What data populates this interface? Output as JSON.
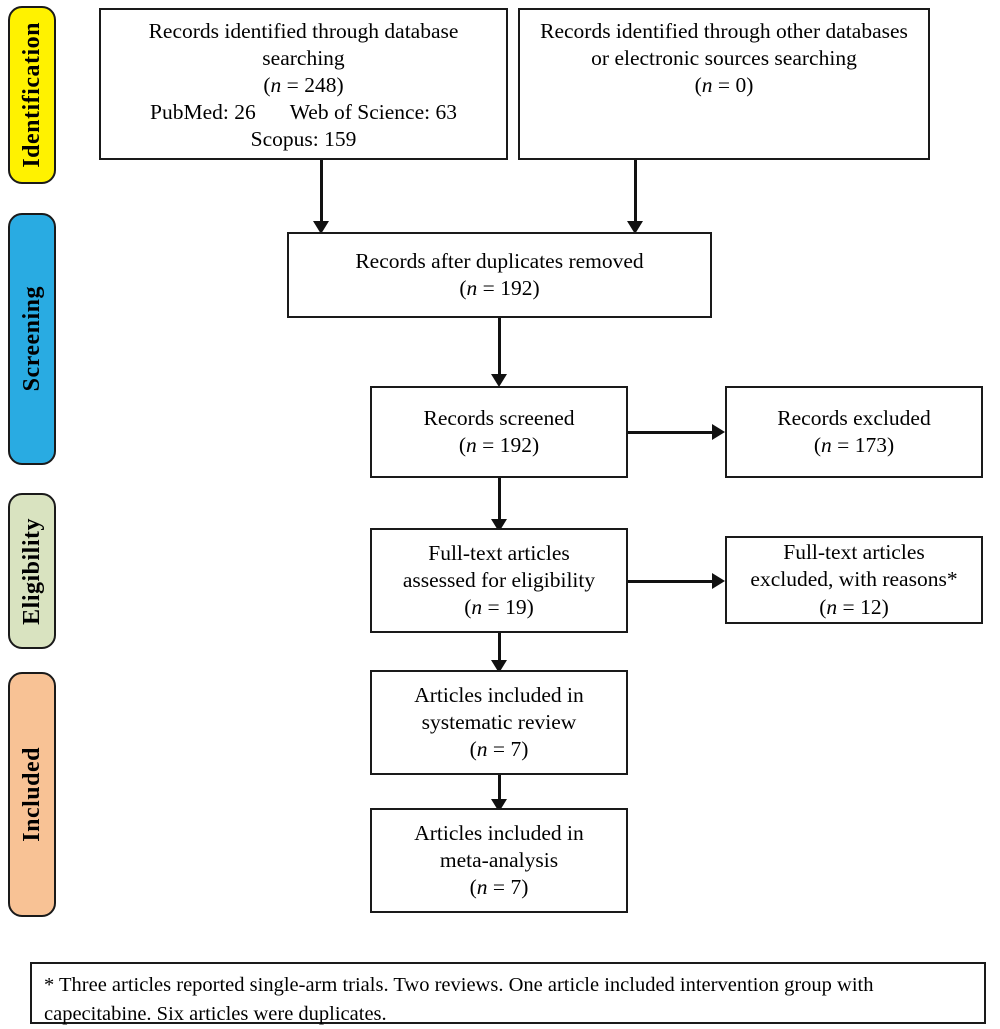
{
  "diagram": {
    "type": "prisma-flow-diagram",
    "stages": [
      {
        "id": "identification",
        "label": "Identification",
        "color": "#FFF200"
      },
      {
        "id": "screening",
        "label": "Screening",
        "color": "#29ABE2"
      },
      {
        "id": "eligibility",
        "label": "Eligibility",
        "color": "#D9E3C0"
      },
      {
        "id": "included",
        "label": "Included",
        "color": "#F8C295"
      }
    ],
    "boxes": {
      "db_search": {
        "line1": "Records identified through database",
        "line2": "searching",
        "count_label": "(n = 248)",
        "n_symbol": "n",
        "n_value": "248",
        "sources": [
          {
            "name": "PubMed:",
            "count": "26"
          },
          {
            "name": "Web of Science:",
            "count": "63"
          },
          {
            "name": "Scopus:",
            "count": "159"
          }
        ],
        "source_row1_left": "PubMed: 26",
        "source_row1_right": "Web of Science: 63",
        "source_row2": "Scopus: 159"
      },
      "other_search": {
        "line1": "Records identified through other databases",
        "line2": "or electronic sources searching",
        "count_label": "(n = 0)",
        "n_symbol": "n",
        "n_value": "0"
      },
      "duplicates_removed": {
        "line1": "Records after duplicates removed",
        "count_label": "(n = 192)",
        "n_symbol": "n",
        "n_value": "192"
      },
      "records_screened": {
        "line1": "Records screened",
        "count_label": "(n = 192)",
        "n_symbol": "n",
        "n_value": "192"
      },
      "records_excluded": {
        "line1": "Records excluded",
        "count_label": "(n = 173)",
        "n_symbol": "n",
        "n_value": "173"
      },
      "fulltext_assessed": {
        "line1": "Full-text articles",
        "line2": "assessed for eligibility",
        "count_label": "(n = 19)",
        "n_symbol": "n",
        "n_value": "19"
      },
      "fulltext_excluded": {
        "line1": "Full-text articles",
        "line2": "excluded, with reasons*",
        "count_label": "(n = 12)",
        "n_symbol": "n",
        "n_value": "12"
      },
      "systematic_review": {
        "line1": "Articles included in",
        "line2": "systematic review",
        "count_label": "(n = 7)",
        "n_symbol": "n",
        "n_value": "7"
      },
      "meta_analysis": {
        "line1": "Articles included in",
        "line2": "meta-analysis",
        "count_label": "(n = 7)",
        "n_symbol": "n",
        "n_value": "7"
      }
    },
    "footnote": {
      "marker": "*",
      "text": "* Three articles reported single-arm trials. Two reviews. One article included intervention group with capecitabine. Six articles were duplicates."
    }
  }
}
